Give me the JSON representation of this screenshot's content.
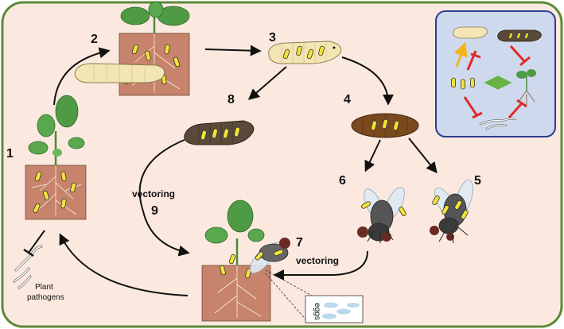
{
  "labels": {
    "n1": "1",
    "n2": "2",
    "n3": "3",
    "n4": "4",
    "n5": "5",
    "n6": "6",
    "n7": "7",
    "n8": "8",
    "n9": "9",
    "vectoring_left": "vectoring",
    "vectoring_right": "vectoring",
    "plant_pathogens_line1": "Plant",
    "plant_pathogens_line2": "pathogens",
    "eggs": "eggs"
  },
  "colors": {
    "background": "#fbe9df",
    "frame": "#5d8a37",
    "soil": "#c7836b",
    "leaf": "#4f9a45",
    "bacteria": "#f2e23a",
    "larva": "#f4e6b4",
    "pupa": "#7a4a1e",
    "inset_bg": "#cfd9ee",
    "inset_border": "#2c3f8f",
    "inhibit": "#e02a2a",
    "promote": "#f2b51e",
    "mutual": "#67b346"
  }
}
